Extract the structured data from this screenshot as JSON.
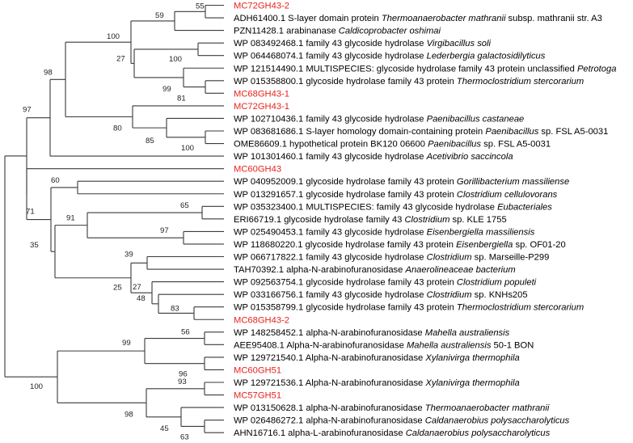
{
  "colors": {
    "highlight": "#e8231d",
    "branch": "#3a3a3a",
    "text": "#000000"
  },
  "leaves": [
    {
      "id": "L0",
      "text": "MC72GH43-2",
      "species": "",
      "suffix": "",
      "highlight": true
    },
    {
      "id": "L1",
      "text": "ADH61400.1 S-layer domain protein ",
      "species": "Thermoanaerobacter mathranii",
      "suffix": " subsp. mathranii str. A3",
      "highlight": false
    },
    {
      "id": "L2",
      "text": "PZN11428.1 arabinanase ",
      "species": "Caldicoprobacter oshimai",
      "suffix": "",
      "highlight": false
    },
    {
      "id": "L3",
      "text": "WP 083492468.1 family 43 glycoside hydrolase ",
      "species": "Virgibacillus soli",
      "suffix": "",
      "highlight": false
    },
    {
      "id": "L4",
      "text": "WP 064468074.1 family 43 glycoside hydrolase ",
      "species": "Lederbergia galactosidilyticus",
      "suffix": "",
      "highlight": false
    },
    {
      "id": "L5",
      "text": "WP 121514490.1 MULTISPECIES: glycoside hydrolase family 43 protein unclassified ",
      "species": "Petrotoga",
      "suffix": "",
      "highlight": false
    },
    {
      "id": "L6",
      "text": "WP 015358800.1 glycoside hydrolase family 43 protein ",
      "species": "Thermoclostridium stercorarium",
      "suffix": "",
      "highlight": false
    },
    {
      "id": "L7",
      "text": "MC68GH43-1",
      "species": "",
      "suffix": "",
      "highlight": true
    },
    {
      "id": "L8",
      "text": "MC72GH43-1",
      "species": "",
      "suffix": "",
      "highlight": true
    },
    {
      "id": "L9",
      "text": "WP 102710436.1 family 43 glycoside hydrolase ",
      "species": "Paenibacillus castaneae",
      "suffix": "",
      "highlight": false
    },
    {
      "id": "L10",
      "text": "WP 083681686.1 S-layer homology domain-containing protein ",
      "species": "Paenibacillus",
      "suffix": " sp. FSL A5-0031",
      "highlight": false
    },
    {
      "id": "L11",
      "text": "OME86609.1 hypothetical protein BK120 06600 ",
      "species": "Paenibacillus",
      "suffix": " sp. FSL A5-0031",
      "highlight": false
    },
    {
      "id": "L12",
      "text": "WP 101301460.1 family 43 glycoside hydrolase ",
      "species": "Acetivibrio saccincola",
      "suffix": "",
      "highlight": false
    },
    {
      "id": "L13",
      "text": "MC60GH43",
      "species": "",
      "suffix": "",
      "highlight": true
    },
    {
      "id": "L14",
      "text": "WP 040952009.1 glycoside hydrolase family 43 protein ",
      "species": "Gorillibacterium massiliense",
      "suffix": "",
      "highlight": false
    },
    {
      "id": "L15",
      "text": "WP 013291657.1 glycoside hydrolase family 43 protein ",
      "species": "Clostridium cellulovorans",
      "suffix": "",
      "highlight": false
    },
    {
      "id": "L16",
      "text": "WP 035323400.1 MULTISPECIES: family 43 glycoside hydrolase ",
      "species": "Eubacteriales",
      "suffix": "",
      "highlight": false
    },
    {
      "id": "L17",
      "text": "ERI66719.1 glycoside hydrolase family 43 ",
      "species": "Clostridium",
      "suffix": " sp. KLE 1755",
      "highlight": false
    },
    {
      "id": "L18",
      "text": "WP 025490453.1 family 43 glycoside hydrolase ",
      "species": "Eisenbergiella massiliensis",
      "suffix": "",
      "highlight": false
    },
    {
      "id": "L19",
      "text": "WP 118680220.1 glycoside hydrolase family 43 protein ",
      "species": "Eisenbergiella",
      "suffix": " sp. OF01-20",
      "highlight": false
    },
    {
      "id": "L20",
      "text": "WP 066717822.1 family 43 glycoside hydrolase ",
      "species": "Clostridium",
      "suffix": " sp. Marseille-P299",
      "highlight": false
    },
    {
      "id": "L21",
      "text": "TAH70392.1 alpha-N-arabinofuranosidase ",
      "species": "Anaerolineaceae bacterium",
      "suffix": "",
      "highlight": false
    },
    {
      "id": "L22",
      "text": "WP 092563754.1 glycoside hydrolase family 43 protein ",
      "species": "Clostridium populeti",
      "suffix": "",
      "highlight": false
    },
    {
      "id": "L23",
      "text": "WP 033166756.1 family 43 glycoside hydrolase ",
      "species": "Clostridium",
      "suffix": " sp. KNHs205",
      "highlight": false
    },
    {
      "id": "L24",
      "text": "WP 015358799.1 glycoside hydrolase family 43 protein ",
      "species": "Thermoclostridium stercorarium",
      "suffix": "",
      "highlight": false
    },
    {
      "id": "L25",
      "text": "MC68GH43-2",
      "species": "",
      "suffix": "",
      "highlight": true
    },
    {
      "id": "L26",
      "text": "WP 148258452.1 alpha-N-arabinofuranosidase ",
      "species": "Mahella australiensis",
      "suffix": "",
      "highlight": false
    },
    {
      "id": "L27",
      "text": "AEE95408.1 Alpha-N-arabinofuranosidase ",
      "species": "Mahella australiensis",
      "suffix": " 50-1 BON",
      "highlight": false
    },
    {
      "id": "L28",
      "text": "WP 129721540.1 Alpha-N-arabinofuranosidase ",
      "species": "Xylanivirga thermophila",
      "suffix": "",
      "highlight": false
    },
    {
      "id": "L29",
      "text": "MC60GH51",
      "species": "",
      "suffix": "",
      "highlight": true
    },
    {
      "id": "L30",
      "text": "WP 129721536.1 Alpha-N-arabinofuranosidase ",
      "species": "Xylanivirga thermophila",
      "suffix": "",
      "highlight": false
    },
    {
      "id": "L31",
      "text": "MC57GH51",
      "species": "",
      "suffix": "",
      "highlight": true
    },
    {
      "id": "L32",
      "text": "WP 013150628.1 alpha-N-arabinofuranosidase ",
      "species": "Thermoanaerobacter mathranii",
      "suffix": "",
      "highlight": false
    },
    {
      "id": "L33",
      "text": "WP 026486272.1 alpha-N-arabinofuranosidase ",
      "species": "Caldanaerobius polysaccharolyticus",
      "suffix": "",
      "highlight": false
    },
    {
      "id": "L34",
      "text": "AHN16716.1 alpha-L-arabinofuranosidase ",
      "species": "Caldanaerobius polysaccharolyticus",
      "suffix": "",
      "highlight": false
    }
  ],
  "bootstrap": {
    "n1": "55",
    "n2": "59",
    "n3": "100",
    "n4": "100",
    "n5": "27",
    "n6": "81",
    "n7": "99",
    "n8": "100",
    "n9": "85",
    "n10": "80",
    "n11": "98",
    "n12": "97",
    "m1": "60",
    "m2": "65",
    "m3": "97",
    "m4": "91",
    "m5": "83",
    "m6": "48",
    "m7": "27",
    "m8": "39",
    "m9": "25",
    "m10": "35",
    "m11": "71",
    "p1": "56",
    "p2": "96",
    "p3": "99",
    "p4": "93",
    "p5": "63",
    "p6": "45",
    "p7": "98",
    "p8": "100"
  }
}
